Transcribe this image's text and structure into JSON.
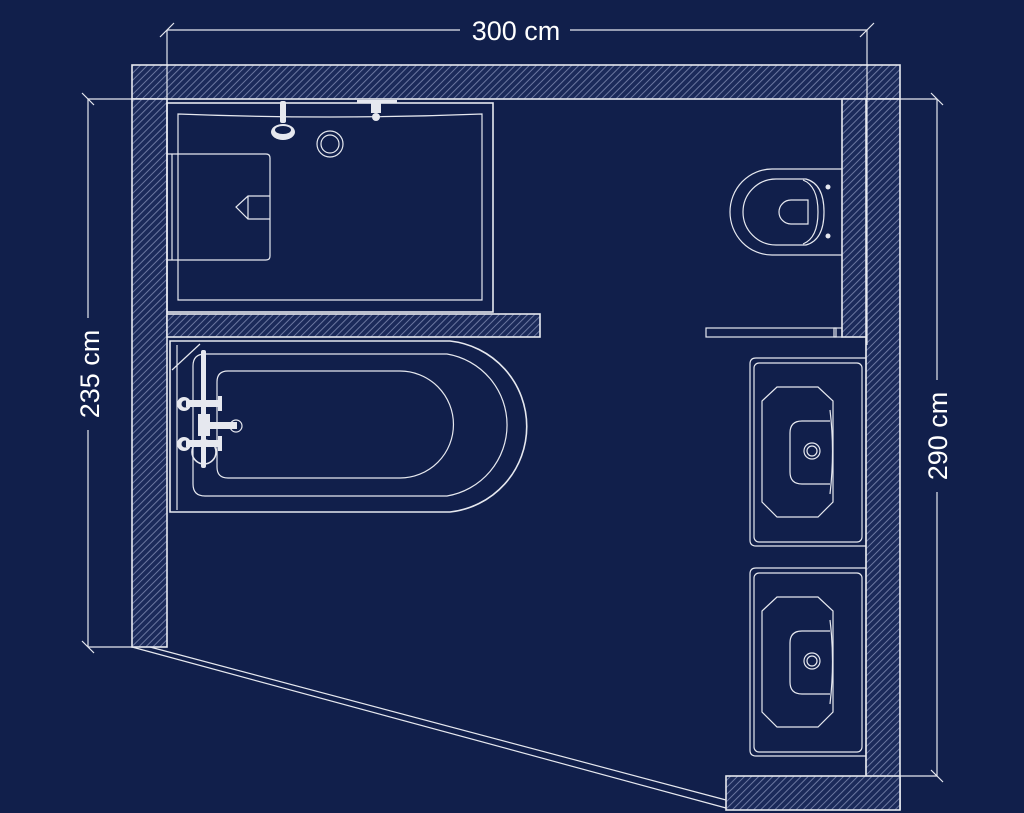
{
  "drawing": {
    "type": "bathroom floor plan",
    "background_color": "#111f4b",
    "line_color": "#e6e8ef",
    "wall_hatch_color": "#5b6690"
  },
  "dimensions": {
    "top": {
      "label": "300 cm",
      "value": 300,
      "unit": "cm"
    },
    "left": {
      "label": "235 cm",
      "value": 235,
      "unit": "cm"
    },
    "right": {
      "label": "290 cm",
      "value": 290,
      "unit": "cm"
    }
  },
  "fixtures": [
    {
      "name": "shower tray with seat",
      "position": "top-left"
    },
    {
      "name": "bathtub with mixer tap",
      "position": "middle-left"
    },
    {
      "name": "wall-hung toilet",
      "position": "top-right"
    },
    {
      "name": "washbasin 1",
      "position": "right"
    },
    {
      "name": "washbasin 2",
      "position": "bottom-right"
    }
  ]
}
